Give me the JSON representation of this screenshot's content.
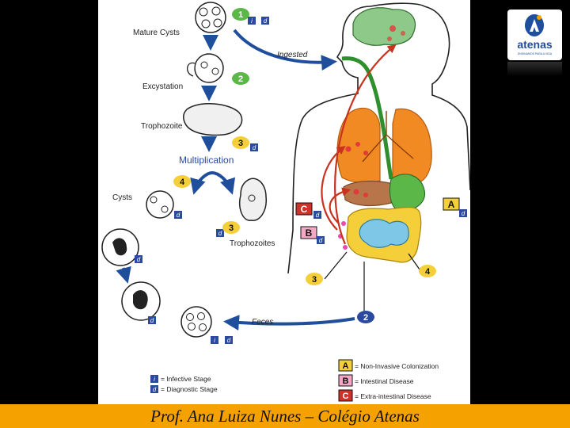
{
  "stages": {
    "s1_label": "Mature Cysts",
    "s2_label": "Excystation",
    "s3_label": "Trophozoite",
    "multiplication": "Multiplication",
    "cysts": "Cysts",
    "trophozoites": "Trophozoites",
    "ingested": "Ingested",
    "feces": "Feces"
  },
  "badges": {
    "n1": "1",
    "n2": "2",
    "n3": "3",
    "n4": "4",
    "i": "i",
    "d": "d",
    "pathway_a": "A",
    "pathway_b": "B",
    "pathway_c": "C"
  },
  "legend_left": {
    "infective": "= Infective Stage",
    "diagnostic": "= Diagnostic Stage"
  },
  "legend_right": {
    "a": "= Non-Invasive Colonization",
    "b": "= Intestinal Disease",
    "c": "= Extra-intestinal Disease"
  },
  "logo": {
    "name": "atenas",
    "tagline": "ENSINAMOS PARA A VIDA"
  },
  "footer": {
    "text": "Prof. Ana Luiza Nunes – Colégio Atenas"
  },
  "colors": {
    "stage_green": "#5bb848",
    "legend_blue": "#2a4aa0",
    "arrow_blue": "#1f4e9c",
    "arrow_red": "#c8321e",
    "pathway_yellow": "#f4cf3a",
    "pathway_pink": "#f4a8c4",
    "pathway_red": "#d2302a",
    "footer_orange": "#f5a100"
  }
}
